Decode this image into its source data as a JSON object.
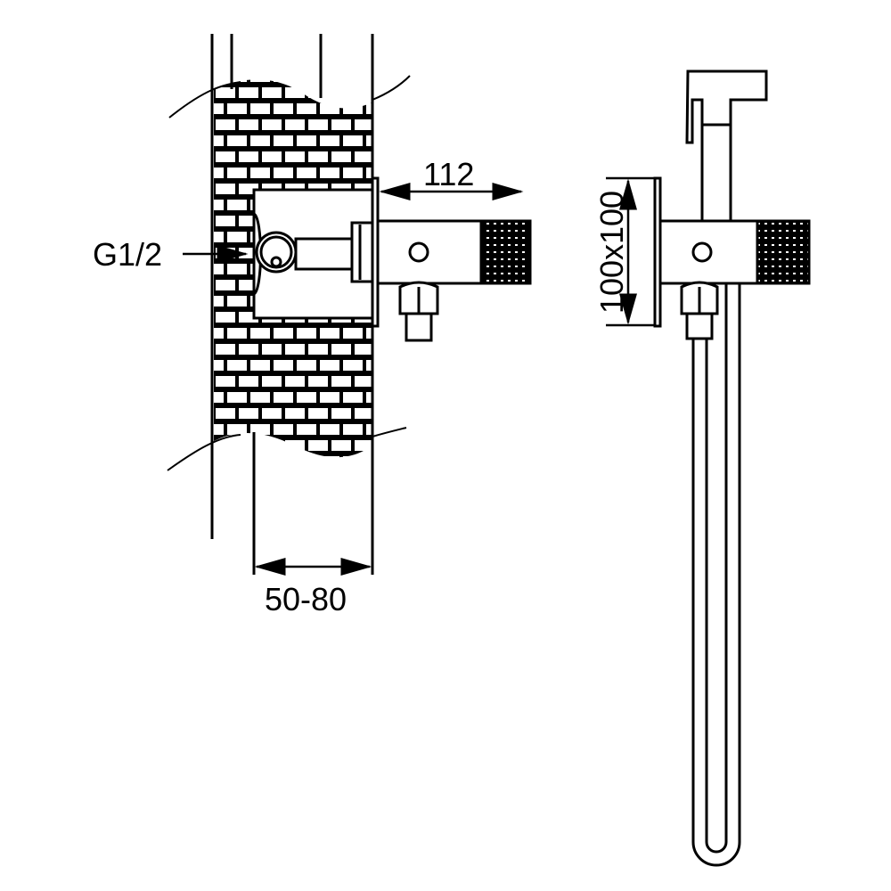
{
  "dimensions": {
    "projection": "112",
    "thread": "G1/2",
    "plate_size": "100x100",
    "wall_depth": "50-80"
  },
  "colors": {
    "line": "#000000",
    "background": "#ffffff"
  }
}
